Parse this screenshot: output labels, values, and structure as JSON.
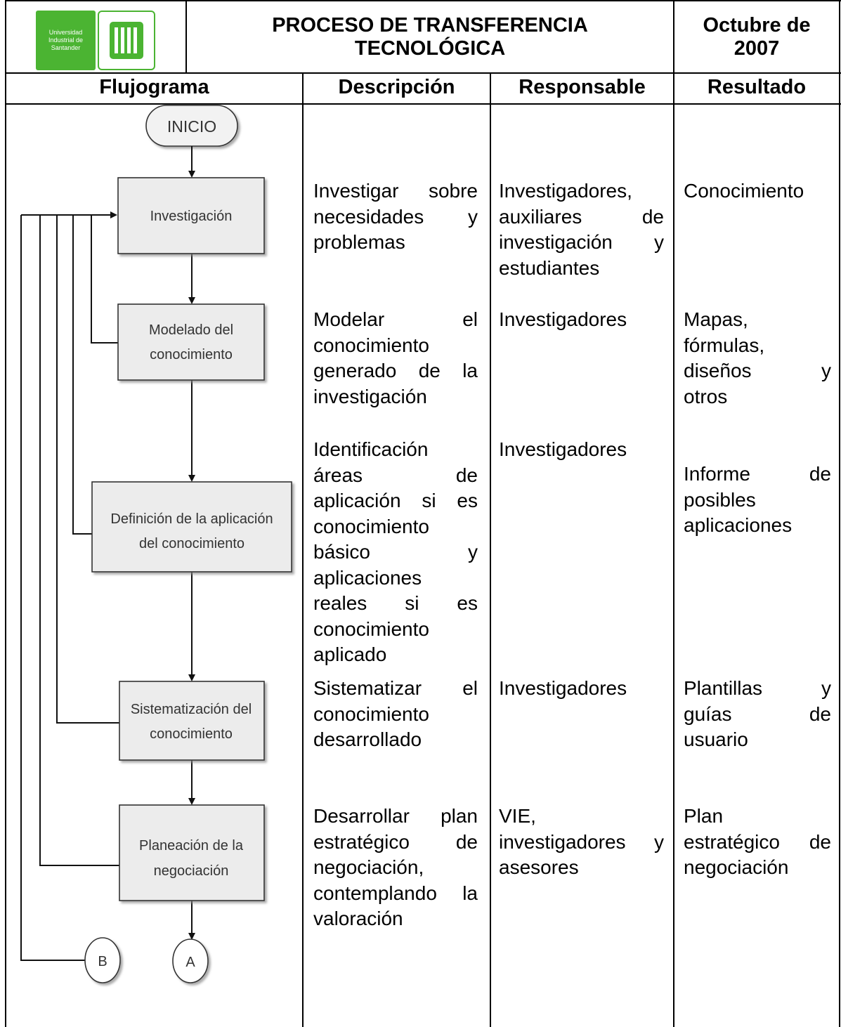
{
  "header": {
    "logo_text": "Universidad Industrial de Santander",
    "title_line1": "PROCESO DE TRANSFERENCIA",
    "title_line2": "TECNOLÓGICA",
    "date_line1": "Octubre de",
    "date_line2": "2007"
  },
  "columns": {
    "flujograma": "Flujograma",
    "descripcion": "Descripción",
    "responsable": "Responsable",
    "resultado": "Resultado"
  },
  "flowchart": {
    "start": "INICIO",
    "steps": [
      {
        "line1": "Investigación",
        "line2": ""
      },
      {
        "line1": "Modelado del",
        "line2": "conocimiento"
      },
      {
        "line1": "Definición de la aplicación",
        "line2": "del conocimiento"
      },
      {
        "line1": "Sistematización del",
        "line2": "conocimiento"
      },
      {
        "line1": "Planeación de la",
        "line2": "negociación"
      }
    ],
    "connector_b": "B",
    "connector_a": "A"
  },
  "rows": [
    {
      "descripcion": [
        "Investigar sobre",
        "necesidades y",
        "problemas"
      ],
      "responsable": [
        "Investigadores,",
        "auxiliares de",
        "investigación y",
        "estudiantes"
      ],
      "resultado": [
        "Conocimiento"
      ]
    },
    {
      "descripcion": [
        "Modelar el",
        "conocimiento",
        "generado de la",
        "investigación"
      ],
      "responsable": [
        "Investigadores"
      ],
      "resultado": [
        "Mapas,",
        "fórmulas,",
        "diseños y",
        "otros"
      ]
    },
    {
      "descripcion": [
        "Identificación",
        "áreas de",
        "aplicación si es",
        "conocimiento",
        "básico y",
        "aplicaciones",
        "reales si es",
        "conocimiento",
        "aplicado"
      ],
      "responsable": [
        "Investigadores"
      ],
      "resultado": [
        "Informe de",
        "posibles",
        "aplicaciones"
      ]
    },
    {
      "descripcion": [
        "Sistematizar el",
        "conocimiento",
        "desarrollado"
      ],
      "responsable": [
        "Investigadores"
      ],
      "resultado": [
        "Plantillas y",
        "guías de",
        "usuario"
      ]
    },
    {
      "descripcion": [
        "Desarrollar plan",
        "estratégico de",
        "negociación,",
        "contemplando la",
        "valoración"
      ],
      "responsable": [
        "VIE,",
        "investigadores y",
        "asesores"
      ],
      "resultado": [
        "Plan",
        "estratégico de",
        "negociación"
      ]
    }
  ]
}
